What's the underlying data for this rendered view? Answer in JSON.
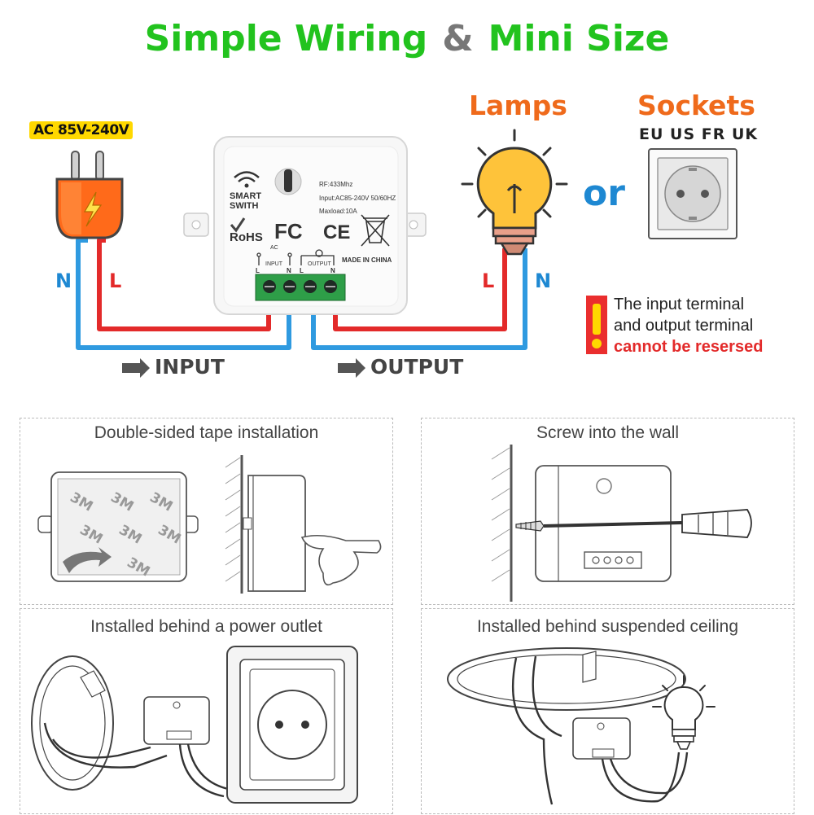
{
  "title": {
    "part1": "Simple Wiring",
    "amp": "&",
    "part2": "Mini Size"
  },
  "power": {
    "voltage_badge": "AC 85V-240V"
  },
  "device": {
    "brand": "SMART SWITH",
    "rf": "RF:433Mhz",
    "input_spec": "Input:AC85-240V 50/60HZ",
    "maxload": "Maxload:10A",
    "rohs": "RoHS",
    "fc": "FC",
    "ce": "CE",
    "made": "MADE IN CHINA",
    "ac": "AC",
    "input_lbl": "INPUT",
    "output_lbl": "OUTPUT",
    "L": "L",
    "N": "N"
  },
  "loads": {
    "lamps": "Lamps",
    "or": "or",
    "sockets": "Sockets",
    "socket_types": "EU US FR UK"
  },
  "wires": {
    "n_left": "N",
    "l_left": "L",
    "l_right": "L",
    "n_right": "N"
  },
  "flow": {
    "input": "INPUT",
    "output": "OUTPUT"
  },
  "warning": {
    "line1": "The input terminal",
    "line2": "and output terminal",
    "line3": "cannot be resersed"
  },
  "panels": [
    {
      "title": "Double-sided tape installation",
      "tape_brand": "3M"
    },
    {
      "title": "Screw into the wall"
    },
    {
      "title": "Installed behind a power outlet"
    },
    {
      "title": "Installed behind suspended ceiling"
    }
  ],
  "colors": {
    "green": "#22c31e",
    "orange": "#ef6a1b",
    "blue": "#1e88d2",
    "red": "#e32a2a",
    "yellow": "#ffd800"
  }
}
